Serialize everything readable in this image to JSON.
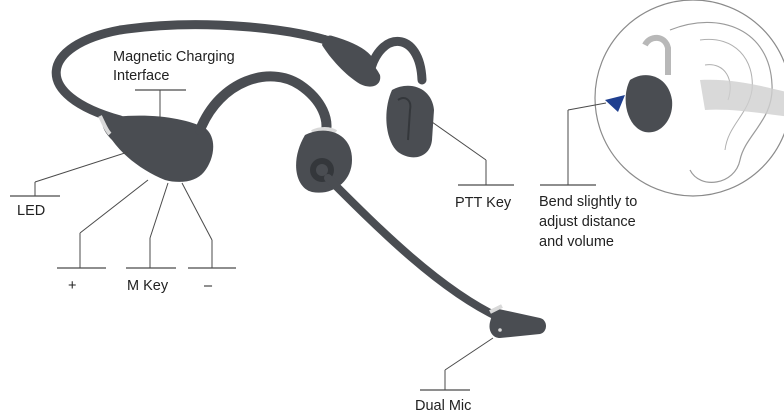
{
  "diagram": {
    "labels": {
      "magnetic_line1": "Magnetic Charging",
      "magnetic_line2": "Interface",
      "led": "LED",
      "plus": "+",
      "m_key": "M Key",
      "minus": "–",
      "ptt_key": "PTT Key",
      "bend_line1": "Bend slightly to",
      "bend_line2": "adjust distance",
      "bend_line3": "and volume",
      "dual_mic": "Dual Mic"
    },
    "colors": {
      "headset_body": "#4a4d52",
      "headset_shadow": "#34373b",
      "band_accent": "#d9d9d9",
      "arrow_blue": "#1f3f8f",
      "leader_line": "#4a4a4a"
    },
    "icons": [
      "arrow-icon"
    ]
  }
}
